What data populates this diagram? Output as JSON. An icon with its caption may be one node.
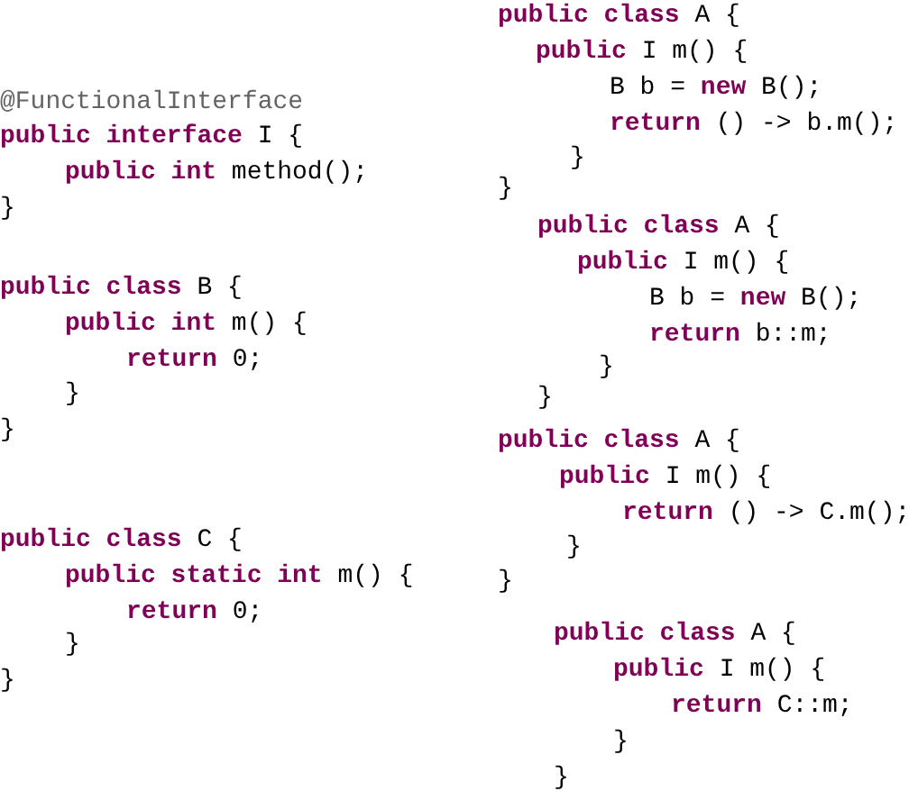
{
  "diagram": {
    "labels": [
      "@FunctionalInterface",
      "**public interface** I {",
      "**public int** method();",
      "}",
      "**public class** B {",
      "**public int** m() {",
      "**return** 0;",
      "}",
      "}",
      "**public class** C {",
      "**public static int** m() {",
      "**return** 0;",
      "}",
      "}",
      "**public class** A {",
      "**public** I m() {",
      "B b = **new** B();",
      "**return** () -> b.m();",
      "}",
      "}",
      "**public class** A {",
      "**public** I m() {",
      "B b = **new** B();",
      "**return** b::m;",
      "}",
      "}",
      "**public class** A {",
      "**public** I m() {",
      "**return** () -> C.m();",
      "}",
      "}",
      "**public class** A {",
      "**public** I m() {",
      "**return** C::m;",
      "}",
      "}"
    ]
  }
}
